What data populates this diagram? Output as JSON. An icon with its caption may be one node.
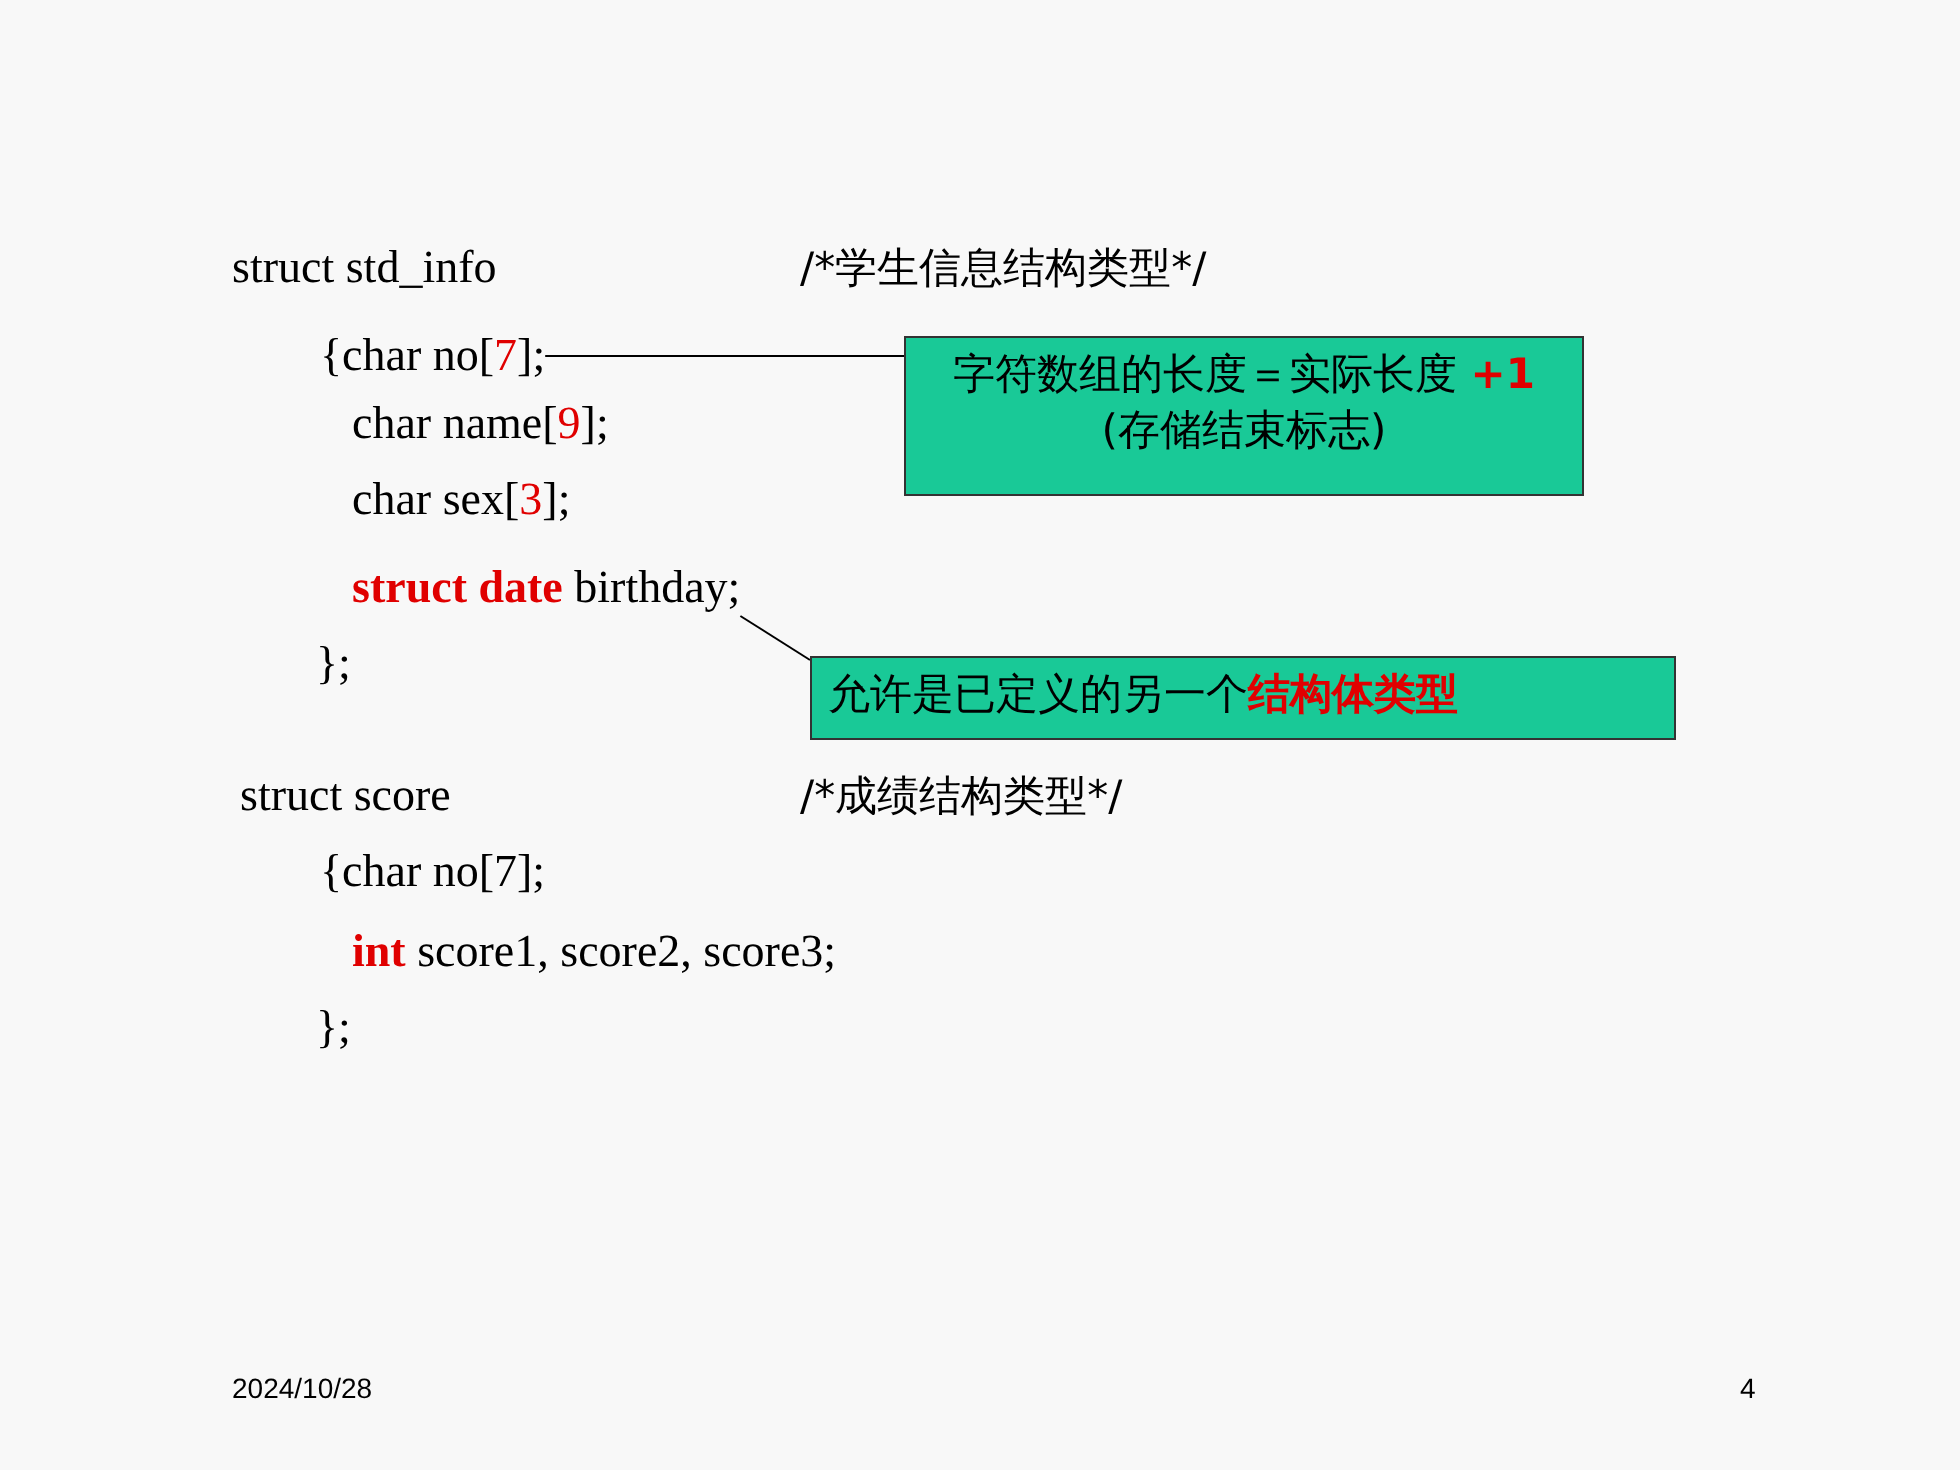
{
  "diagram": {
    "nodes": [
      {
        "text": [
          "{char no[**7**];"
        ]
      },
      {
        "text": [
          "字符数组的长度＝实际长度 **+1** (存储结束标志)"
        ]
      },
      {
        "text": [
          "**struct date** birthday;"
        ]
      },
      {
        "text": [
          "允许是已定义的另一个**结构体类型**"
        ]
      }
    ],
    "edges": [
      {
        "from": 1,
        "to": 0,
        "arrow": "none"
      },
      {
        "from": 3,
        "to": 2,
        "arrow": "none"
      }
    ],
    "labels": [
      "struct std_info",
      "/*学生信息结构类型*/",
      "char name[**9**];",
      "char sex[**3**];",
      "};",
      "struct score",
      "/*成绩结构类型*/",
      "{char no[7];",
      "**int** score1, score2, score3;",
      "};",
      "2024/10/28",
      "4"
    ]
  }
}
